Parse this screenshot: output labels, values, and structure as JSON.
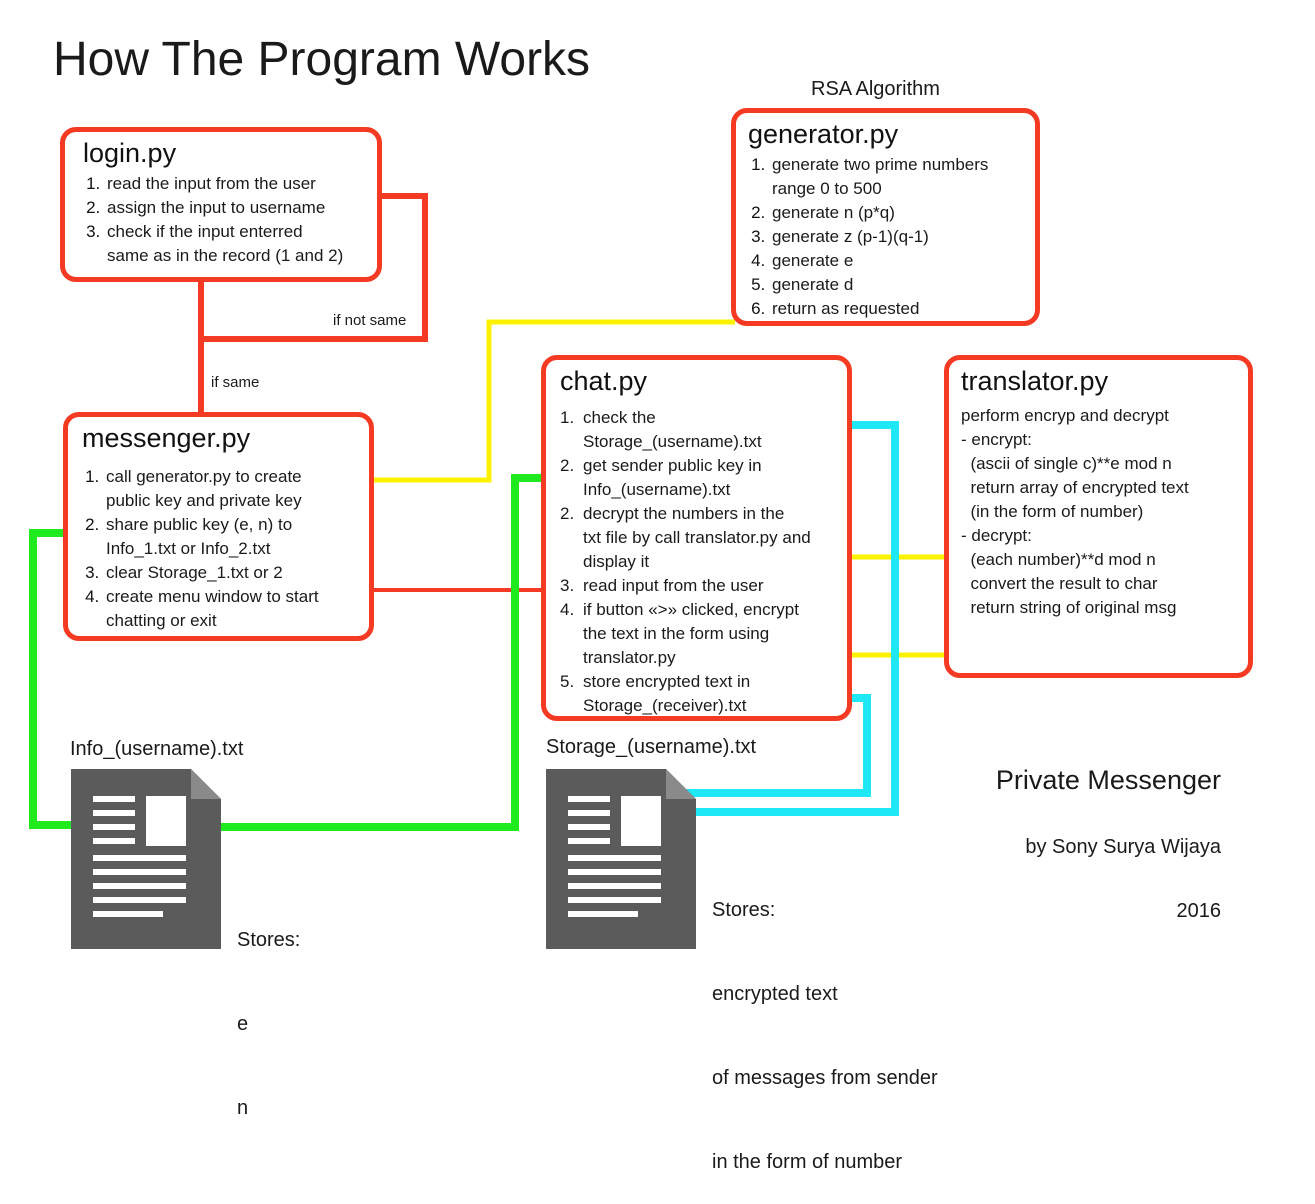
{
  "title": "How The Program Works",
  "rsa_label": "RSA Algorithm",
  "edge_labels": {
    "if_not_same": "if not same",
    "if_same": "if same"
  },
  "boxes": {
    "login": {
      "title": "login.py",
      "items": [
        "read the input from the user",
        "assign the input to username",
        "check if the input enterred\nsame as in the record (1 and 2)"
      ]
    },
    "generator": {
      "title": "generator.py",
      "items": [
        "generate two prime numbers\nrange 0 to 500",
        "generate n (p*q)",
        "generate z (p-1)(q-1)",
        "generate e",
        "generate d",
        "return as requested"
      ]
    },
    "messenger": {
      "title": "messenger.py",
      "items": [
        "call generator.py to create\npublic key and private key",
        "share public key (e, n) to\nInfo_1.txt or Info_2.txt",
        "clear Storage_1.txt or 2",
        "create menu window to start\nchatting or exit"
      ]
    },
    "chat": {
      "title": "chat.py",
      "numbers": [
        "1.",
        "2.",
        "2.",
        "3.",
        "4.",
        "5."
      ],
      "items": [
        "check the\nStorage_(username).txt",
        "get sender public key in\nInfo_(username).txt",
        "decrypt the numbers in the\ntxt file by call translator.py and\ndisplay it",
        "read input from the user",
        "if button «>» clicked, encrypt\nthe text in the form using\ntranslator.py",
        "store encrypted text in\nStorage_(receiver).txt"
      ]
    },
    "translator": {
      "title": "translator.py",
      "lines": [
        "perform encryp and decrypt",
        "- encrypt:",
        "  (ascii of single c)**e mod n",
        "  return array of encrypted text",
        "  (in the form of number)",
        "- decrypt:",
        "  (each number)**d mod n",
        "  convert the result to char",
        "  return string of original msg"
      ]
    }
  },
  "files": {
    "info": {
      "label": "Info_(username).txt",
      "stores_lines": [
        "Stores:",
        "e",
        "n"
      ],
      "icon": "document-icon"
    },
    "storage": {
      "label": "Storage_(username).txt",
      "stores_lines": [
        "Stores:",
        "encrypted text",
        "of messages from sender",
        "in the form of number"
      ],
      "icon": "document-icon"
    }
  },
  "credits": {
    "app_name": "Private Messenger",
    "author": "by Sony Surya Wijaya",
    "year": "2016"
  },
  "colors": {
    "box_border": "#f43a22",
    "red_link": "#f43a22",
    "yellow_link": "#fcf200",
    "green_link": "#1eea1e",
    "cyan_link": "#1ee8f5",
    "doc_icon": "#5b5b5b"
  }
}
